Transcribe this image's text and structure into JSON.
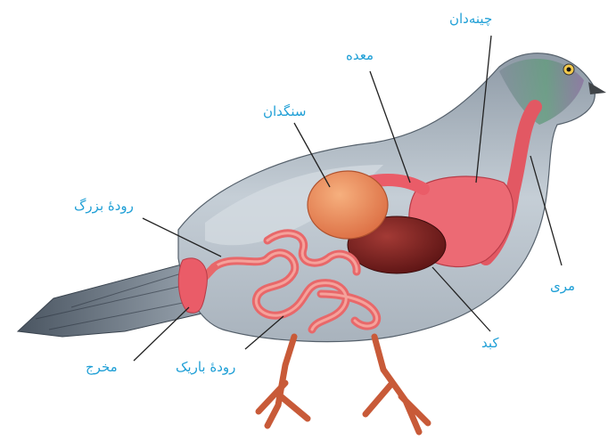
{
  "labels": {
    "crop": "چینه‌دان",
    "stomach": "معده",
    "gizzard": "سنگدان",
    "large_intestine": "رودهٔ بزرگ",
    "esophagus": "مری",
    "liver": "کبد",
    "small_intestine": "رودهٔ باریک",
    "vent": "مخرج"
  },
  "colors": {
    "label": "#1f9fd6",
    "leader_line": "#222222",
    "body": "#b8c2cc",
    "organ": "#ec5a66",
    "gizzard": "#e8895a",
    "liver": "#7a1f1f",
    "legs": "#cc5c3a"
  }
}
